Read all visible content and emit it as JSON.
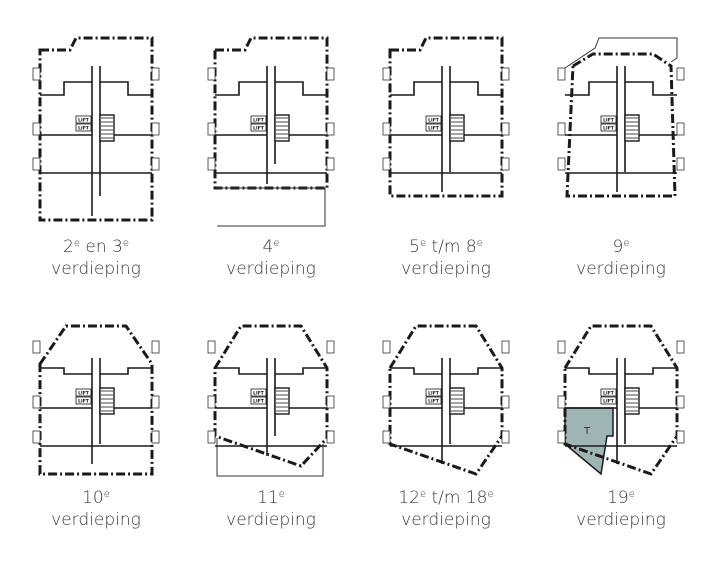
{
  "lift_label": "LIFT",
  "terrace_label": "T",
  "colors": {
    "wall": "#1a1a1a",
    "terrace_fill": "#9fb5b3",
    "label_text": "#3a3a3a"
  },
  "floors": [
    {
      "id": "f2-3",
      "line1": [
        {
          "t": "2"
        },
        {
          "t": "e",
          "sup": true
        },
        {
          "t": " en 3"
        },
        {
          "t": "e",
          "sup": true
        }
      ],
      "line2": "verdieping"
    },
    {
      "id": "f4",
      "line1": [
        {
          "t": "4"
        },
        {
          "t": "e",
          "sup": true
        }
      ],
      "line2": "verdieping"
    },
    {
      "id": "f5-8",
      "line1": [
        {
          "t": "5"
        },
        {
          "t": "e",
          "sup": true
        },
        {
          "t": " t/m 8"
        },
        {
          "t": "e",
          "sup": true
        }
      ],
      "line2": "verdieping"
    },
    {
      "id": "f9",
      "line1": [
        {
          "t": "9"
        },
        {
          "t": "e",
          "sup": true
        }
      ],
      "line2": "verdieping"
    },
    {
      "id": "f10",
      "line1": [
        {
          "t": "10"
        },
        {
          "t": "e",
          "sup": true
        }
      ],
      "line2": "verdieping"
    },
    {
      "id": "f11",
      "line1": [
        {
          "t": "11"
        },
        {
          "t": "e",
          "sup": true
        }
      ],
      "line2": "verdieping"
    },
    {
      "id": "f12-18",
      "line1": [
        {
          "t": "12"
        },
        {
          "t": "e",
          "sup": true
        },
        {
          "t": " t/m 18"
        },
        {
          "t": "e",
          "sup": true
        }
      ],
      "line2": "verdieping"
    },
    {
      "id": "f19",
      "line1": [
        {
          "t": "19"
        },
        {
          "t": "e",
          "sup": true
        }
      ],
      "line2": "verdieping",
      "has_terrace": true
    }
  ]
}
